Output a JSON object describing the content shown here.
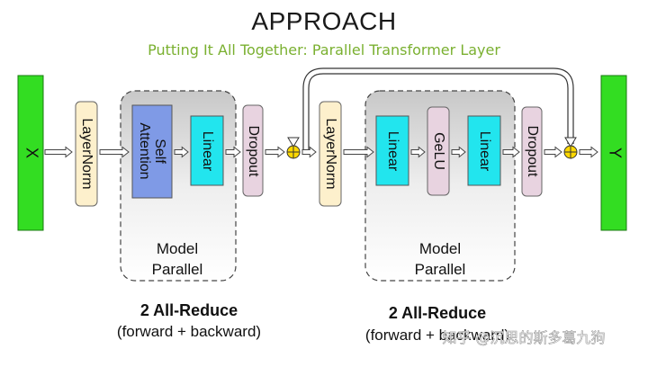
{
  "title": "APPROACH",
  "subtitle": "Putting It All Together: Parallel Transformer Layer",
  "input_label": "X",
  "output_label": "Y",
  "block1": {
    "layernorm": "LayerNorm",
    "self_attention_line1": "Self",
    "self_attention_line2": "Attention",
    "linear": "Linear",
    "dropout": "Dropout",
    "model_parallel_line1": "Model",
    "model_parallel_line2": "Parallel",
    "reduce_title": "2 All-Reduce",
    "reduce_sub": "(forward + backward)"
  },
  "block2": {
    "layernorm": "LayerNorm",
    "linear1": "Linear",
    "gelu": "GeLU",
    "linear2": "Linear",
    "dropout": "Dropout",
    "model_parallel_line1": "Model",
    "model_parallel_line2": "Parallel",
    "reduce_title": "2 All-Reduce",
    "reduce_sub": "(forward + backward)"
  },
  "watermark": "知乎 @沉思的斯多葛九狗",
  "colors": {
    "io_green": "#33dd22",
    "layernorm": "#fdf0cc",
    "attention": "#7f9ae6",
    "linear": "#22e5ee",
    "dropout": "#e8d3e0",
    "gelu": "#e8d3e0",
    "subtitle": "#7ab030",
    "adder": "#ffd800"
  }
}
